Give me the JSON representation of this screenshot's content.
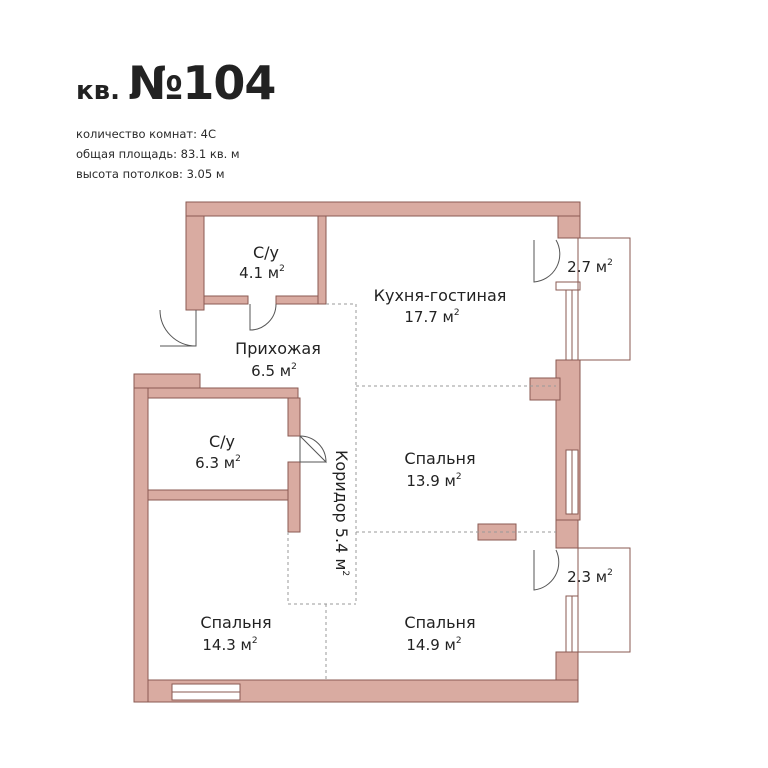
{
  "header": {
    "prefix": "кв.",
    "number": "№104"
  },
  "info": {
    "rooms_label": "количество комнат:",
    "rooms_value": "4С",
    "area_label": "общая площадь:",
    "area_value": "83.1 кв. м",
    "height_label": "высота потолков:",
    "height_value": "3.05 м"
  },
  "colors": {
    "wall": "#d9aba1",
    "wall_stroke": "#8a5a52",
    "text": "#222222",
    "dash": "#999999"
  },
  "rooms": {
    "bath1": {
      "name": "С/у",
      "area": "4.1 м",
      "sup": "2"
    },
    "balcony1": {
      "area": "2.7 м",
      "sup": "2"
    },
    "kitchen": {
      "name": "Кухня-гостиная",
      "area": "17.7 м",
      "sup": "2"
    },
    "hall": {
      "name": "Прихожая",
      "area": "6.5 м",
      "sup": "2"
    },
    "bath2": {
      "name": "С/у",
      "area": "6.3 м",
      "sup": "2"
    },
    "bedroom1": {
      "name": "Спальня",
      "area": "13.9 м",
      "sup": "2"
    },
    "corridor": {
      "name": "Коридор 5.4 м",
      "sup": "2"
    },
    "balcony2": {
      "area": "2.3 м",
      "sup": "2"
    },
    "bedroom2": {
      "name": "Спальня",
      "area": "14.3 м",
      "sup": "2"
    },
    "bedroom3": {
      "name": "Спальня",
      "area": "14.9 м",
      "sup": "2"
    }
  }
}
